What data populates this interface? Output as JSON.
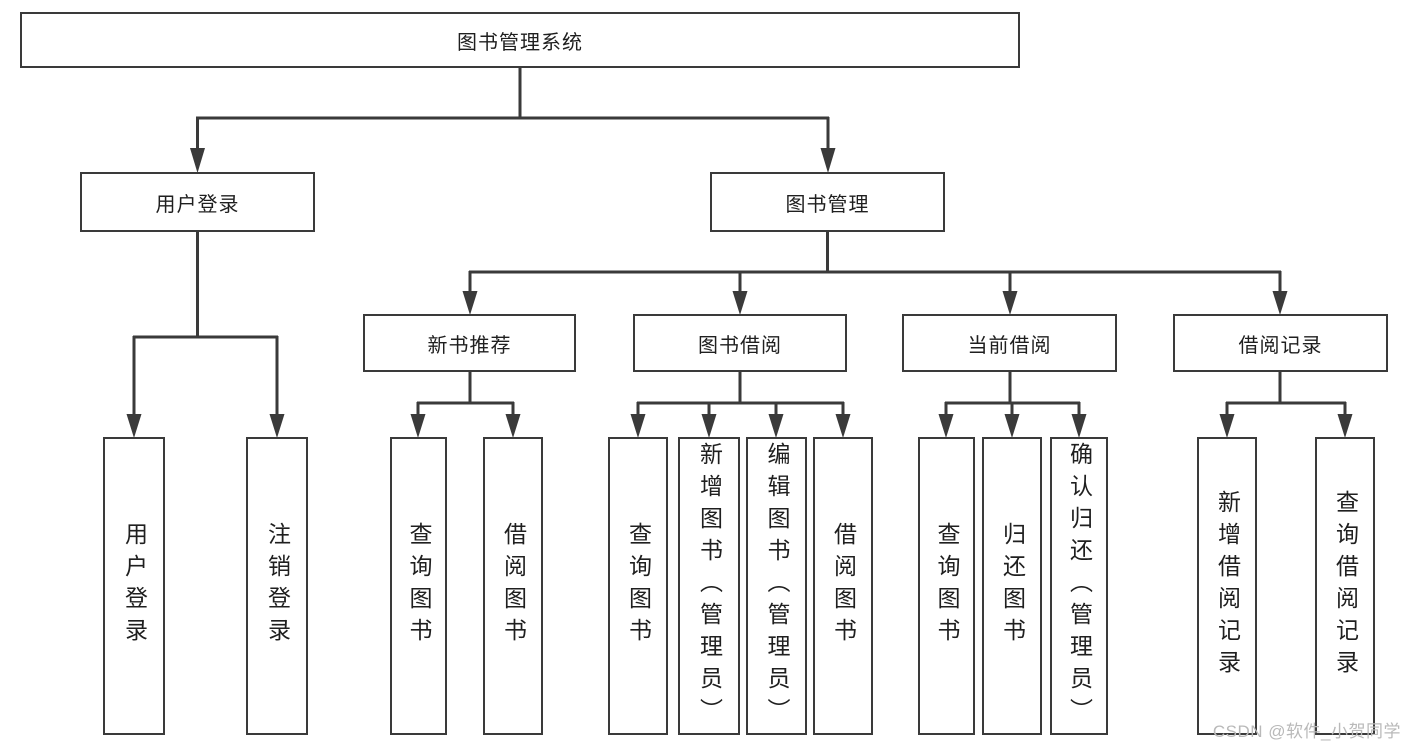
{
  "page": {
    "watermark": "CSDN @软件_小贺同学"
  },
  "colors": {
    "line": "#3a3a3a",
    "text": "#1f1f1f",
    "background": "#ffffff",
    "watermark": "#b9b9b9"
  },
  "tree": {
    "root": {
      "label": "图书管理系统"
    },
    "branches": [
      {
        "label": "用户登录",
        "leaves": [
          {
            "label": "用户登录"
          },
          {
            "label": "注销登录"
          }
        ]
      },
      {
        "label": "图书管理",
        "groups": [
          {
            "label": "新书推荐",
            "leaves": [
              {
                "label": "查询图书"
              },
              {
                "label": "借阅图书"
              }
            ]
          },
          {
            "label": "图书借阅",
            "leaves": [
              {
                "label": "查询图书"
              },
              {
                "label": "新增图书（管理员）"
              },
              {
                "label": "编辑图书（管理员）"
              },
              {
                "label": "借阅图书"
              }
            ]
          },
          {
            "label": "当前借阅",
            "leaves": [
              {
                "label": "查询图书"
              },
              {
                "label": "归还图书"
              },
              {
                "label": "确认归还（管理员）"
              }
            ]
          },
          {
            "label": "借阅记录",
            "leaves": [
              {
                "label": "新增借阅记录"
              },
              {
                "label": "查询借阅记录"
              }
            ]
          }
        ]
      }
    ]
  }
}
